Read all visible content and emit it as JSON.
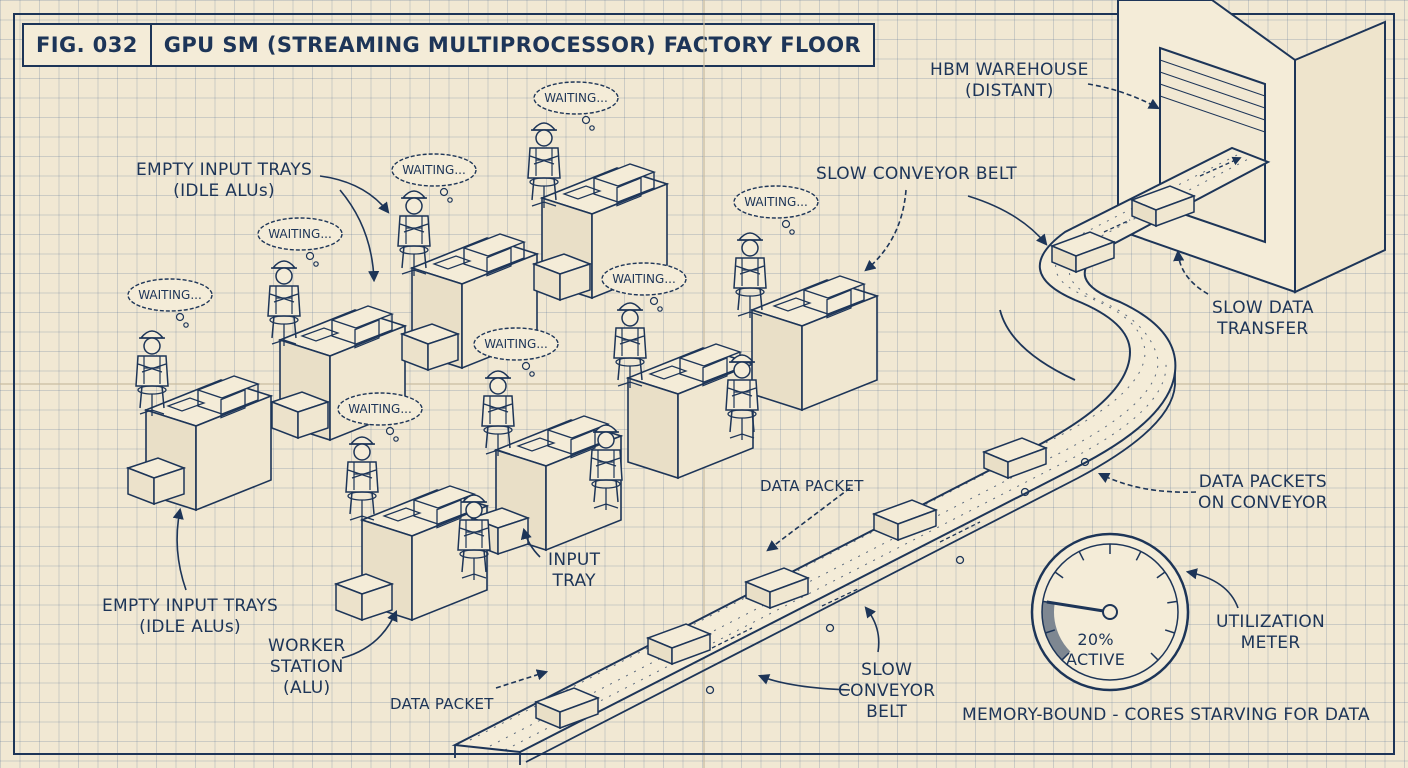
{
  "header": {
    "fig": "FIG. 032",
    "title": "GPU SM (STREAMING MULTIPROCESSOR) FACTORY FLOOR"
  },
  "labels": {
    "hbm_1": "HBM WAREHOUSE",
    "hbm_2": "(DISTANT)",
    "empty_top_1": "EMPTY INPUT TRAYS",
    "empty_top_2": "(IDLE ALUs)",
    "empty_bot_1": "EMPTY INPUT TRAYS",
    "empty_bot_2": "(IDLE ALUs)",
    "slow_conveyor_top": "SLOW CONVEYOR BELT",
    "slow_transfer_1": "SLOW DATA",
    "slow_transfer_2": "TRANSFER",
    "packets_on_conveyor_1": "DATA PACKETS",
    "packets_on_conveyor_2": "ON CONVEYOR",
    "data_packet_mid": "DATA PACKET",
    "data_packet_bot": "DATA PACKET",
    "input_tray_1": "INPUT",
    "input_tray_2": "TRAY",
    "worker_1": "WORKER",
    "worker_2": "STATION",
    "worker_3": "(ALU)",
    "slow_conveyor_bot_1": "SLOW",
    "slow_conveyor_bot_2": "CONVEYOR",
    "slow_conveyor_bot_3": "BELT",
    "util_1": "UTILIZATION",
    "util_2": "METER",
    "footer": "MEMORY-BOUND - CORES STARVING FOR DATA"
  },
  "thought_text": "WAITING...",
  "meter": {
    "value_label": "20%",
    "status_label": "ACTIVE",
    "fraction": 0.2
  },
  "colors": {
    "ink": "#1d3558",
    "paper": "#f1e8d3"
  }
}
